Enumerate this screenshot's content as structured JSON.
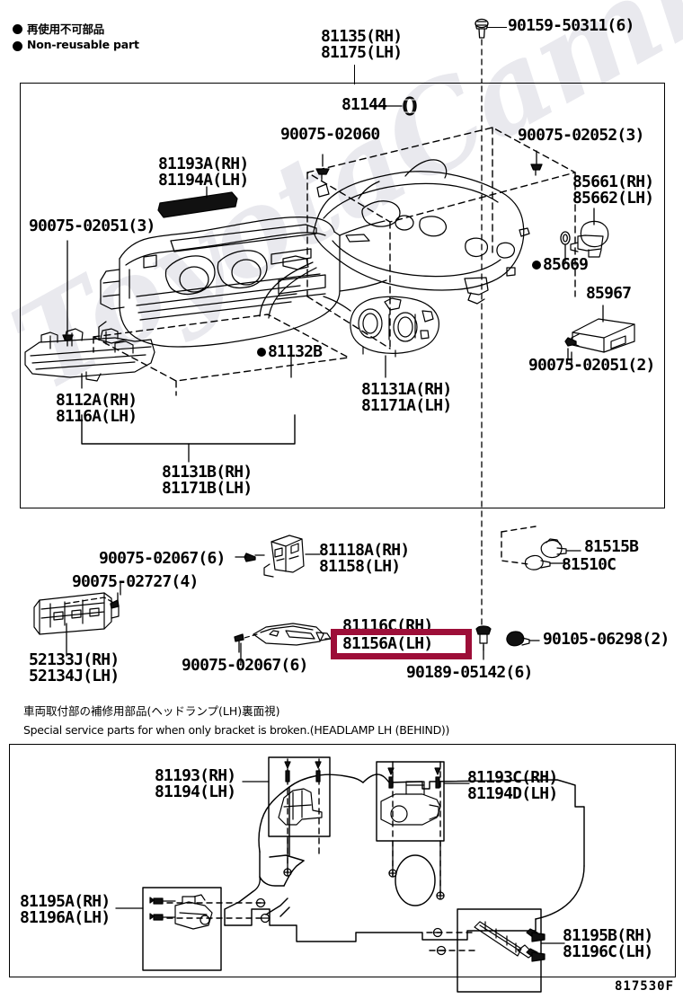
{
  "figure_code": "817530F",
  "watermark": "ToyotaCamry.ru",
  "colors": {
    "highlight": "#9d0e38",
    "ink": "#000000",
    "paper": "#ffffff"
  },
  "legend": {
    "japanese": "再使用不可部品",
    "english": "Non-reusable part",
    "marker": "filled-circle"
  },
  "notes": {
    "japanese": "車両取付部の補修用部品(ヘッドランプ(LH)裏面視)",
    "english": "Special service parts for when only bracket is broken.(HEADLAMP LH (BEHIND))"
  },
  "callouts": {
    "top_assembly": [
      {
        "id": "c01",
        "lines": [
          "81135(RH)",
          "81175(LH)"
        ]
      },
      {
        "id": "c02",
        "lines": [
          "90159-50311(6)"
        ]
      },
      {
        "id": "c03",
        "lines": [
          "81144"
        ]
      },
      {
        "id": "c04",
        "lines": [
          "90075-02060"
        ]
      },
      {
        "id": "c05",
        "lines": [
          "90075-02052(3)"
        ]
      },
      {
        "id": "c06",
        "lines": [
          "81193A(RH)",
          "81194A(LH)"
        ]
      },
      {
        "id": "c07",
        "lines": [
          "85661(RH)",
          "85662(LH)"
        ]
      },
      {
        "id": "c08",
        "lines": [
          "90075-02051(3)"
        ]
      },
      {
        "id": "c09",
        "lines": [
          "85669"
        ],
        "marker": "filled-circle"
      },
      {
        "id": "c10",
        "lines": [
          "85967"
        ]
      },
      {
        "id": "c11",
        "lines": [
          "81132B"
        ],
        "marker": "filled-circle"
      },
      {
        "id": "c12",
        "lines": [
          "90075-02051(2)"
        ]
      },
      {
        "id": "c13",
        "lines": [
          "8112A(RH)",
          "8116A(LH)"
        ]
      },
      {
        "id": "c14",
        "lines": [
          "81131A(RH)",
          "81171A(LH)"
        ]
      },
      {
        "id": "c15",
        "lines": [
          "81131B(RH)",
          "81171B(LH)"
        ]
      }
    ],
    "middle_row": [
      {
        "id": "m01",
        "lines": [
          "90075-02067(6)"
        ]
      },
      {
        "id": "m02",
        "lines": [
          "81118A(RH)",
          "81158(LH)"
        ]
      },
      {
        "id": "m03",
        "lines": [
          "81515B"
        ]
      },
      {
        "id": "m04",
        "lines": [
          "81510C"
        ]
      },
      {
        "id": "m05",
        "lines": [
          "90075-02727(4)"
        ]
      },
      {
        "id": "m06",
        "lines": [
          "52133J(RH)",
          "52134J(LH)"
        ]
      },
      {
        "id": "m07",
        "lines": [
          "90075-02067(6)"
        ]
      },
      {
        "id": "m08",
        "lines": [
          "81116C(RH)"
        ]
      },
      {
        "id": "m09",
        "lines": [
          "81156A(LH)"
        ],
        "highlighted": true
      },
      {
        "id": "m10",
        "lines": [
          "90189-05142(6)"
        ]
      },
      {
        "id": "m11",
        "lines": [
          "90105-06298(2)"
        ]
      }
    ],
    "bottom_panel": [
      {
        "id": "b01",
        "lines": [
          "81193(RH)",
          "81194(LH)"
        ]
      },
      {
        "id": "b02",
        "lines": [
          "81193C(RH)",
          "81194D(LH)"
        ]
      },
      {
        "id": "b03",
        "lines": [
          "81195A(RH)",
          "81196A(LH)"
        ]
      },
      {
        "id": "b04",
        "lines": [
          "81195B(RH)",
          "81196C(LH)"
        ]
      }
    ]
  }
}
